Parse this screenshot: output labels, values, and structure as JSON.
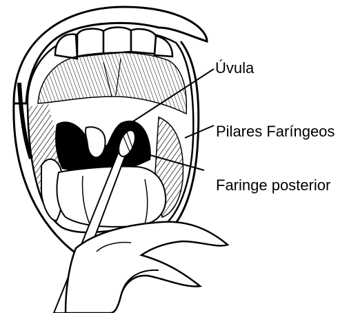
{
  "labels": {
    "uvula": "Úvula",
    "pilares": "Pilares Faríngeos",
    "faringe": "Faringe posterior"
  },
  "colors": {
    "ink": "#000000",
    "paper": "#ffffff"
  }
}
